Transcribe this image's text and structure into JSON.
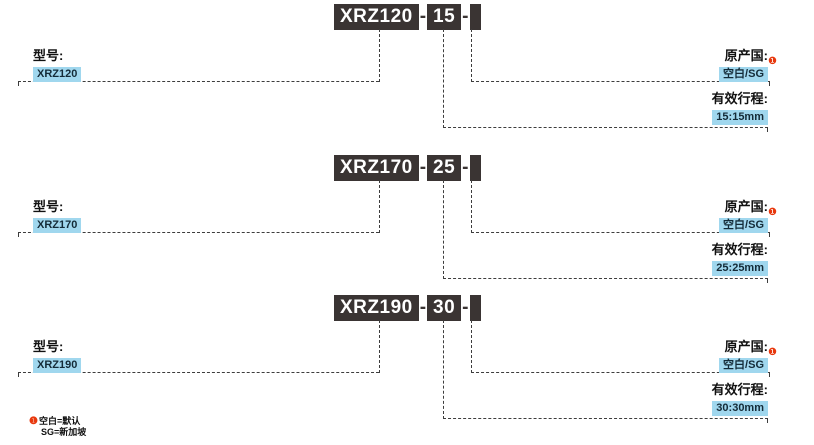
{
  "colors": {
    "code_box_bg": "#3a3433",
    "highlight_bg": "#a0d7ee",
    "marker_red": "#e8380d"
  },
  "sections": [
    {
      "code": {
        "model": "XRZ120",
        "stroke": "15",
        "sep": "-"
      },
      "model_label": "型号:",
      "model_value": "XRZ120",
      "country_label": "原产国:",
      "country_value": "空白/SG",
      "country_marker": "❶",
      "stroke_label": "有效行程:",
      "stroke_value": "15:15mm"
    },
    {
      "code": {
        "model": "XRZ170",
        "stroke": "25",
        "sep": "-"
      },
      "model_label": "型号:",
      "model_value": "XRZ170",
      "country_label": "原产国:",
      "country_value": "空白/SG",
      "country_marker": "❶",
      "stroke_label": "有效行程:",
      "stroke_value": "25:25mm"
    },
    {
      "code": {
        "model": "XRZ190",
        "stroke": "30",
        "sep": "-"
      },
      "model_label": "型号:",
      "model_value": "XRZ190",
      "country_label": "原产国:",
      "country_value": "空白/SG",
      "country_marker": "❶",
      "stroke_label": "有效行程:",
      "stroke_value": "30:30mm"
    }
  ],
  "footnote": {
    "marker": "❶",
    "line1": "空白=默认",
    "line2": "SG=新加坡"
  }
}
